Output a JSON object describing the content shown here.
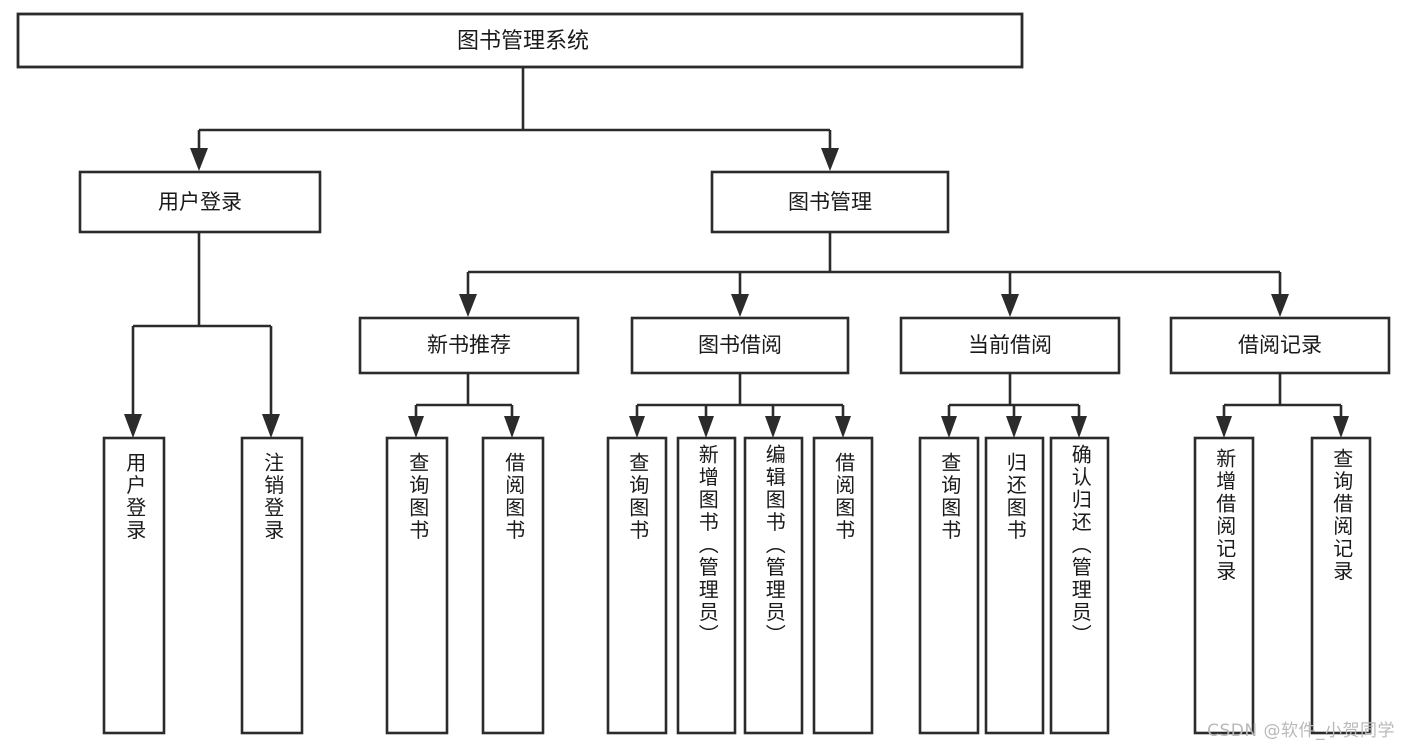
{
  "diagram": {
    "title": "图书管理系统",
    "type": "tree-hierarchy-chart",
    "colors": {
      "box_stroke": "#2b2b2b",
      "box_fill": "#ffffff",
      "text": "#1a1a1a",
      "background": "#ffffff",
      "watermark": "#b9b9b9"
    },
    "root": {
      "label": "图书管理系统"
    },
    "level1": [
      {
        "label": "用户登录"
      },
      {
        "label": "图书管理"
      }
    ],
    "level2": [
      {
        "label": "新书推荐"
      },
      {
        "label": "图书借阅"
      },
      {
        "label": "当前借阅"
      },
      {
        "label": "借阅记录"
      }
    ],
    "leaves": {
      "user_login": [
        {
          "label": "用户登录"
        },
        {
          "label": "注销登录"
        }
      ],
      "new_book_recommend": [
        {
          "label": "查询图书"
        },
        {
          "label": "借阅图书"
        }
      ],
      "book_borrow": [
        {
          "label": "查询图书"
        },
        {
          "label": "新增图书（管理员）"
        },
        {
          "label": "编辑图书（管理员）"
        },
        {
          "label": "借阅图书"
        }
      ],
      "current_borrow": [
        {
          "label": "查询图书"
        },
        {
          "label": "归还图书"
        },
        {
          "label": "确认归还（管理员）"
        }
      ],
      "borrow_record": [
        {
          "label": "新增借阅记录"
        },
        {
          "label": "查询借阅记录"
        }
      ]
    }
  },
  "watermark": {
    "text": "CSDN @软件_小贺同学"
  }
}
